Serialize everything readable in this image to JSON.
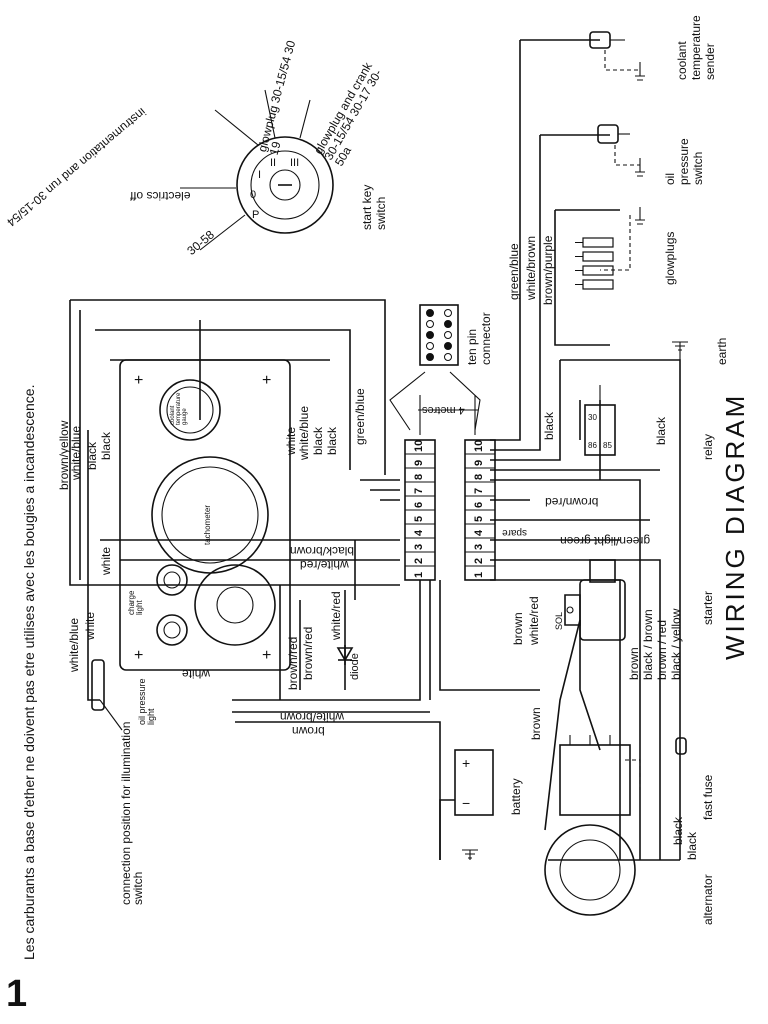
{
  "page": {
    "number": "1",
    "side_note": "Les carburants a base d'ether ne doivent pas etre utilises avec les bougies a incandescence."
  },
  "title": "WIRING DIAGRAM",
  "components": {
    "connection_position": "connection position for illumination switch",
    "alternator": "alternator",
    "fast_fuse": "fast fuse",
    "battery": "battery",
    "starter": "starter",
    "relay": "relay",
    "earth": "earth",
    "glowplugs": "glowplugs",
    "oil_pressure_switch": "oil pressure switch",
    "coolant_temperature_sender": "coolant temperature sender",
    "key_switch": "start key switch",
    "ten_pin_connector": "ten pin connector",
    "four_metres": "4 metres",
    "diode": "diode",
    "tachometer": "tachometer",
    "coolant_gauge": "coolant temperature gauge",
    "charge_light": "charge light",
    "oil_pressure_light": "oil pressure light",
    "spare": "spare",
    "sol": "SOL"
  },
  "key_switch_positions": {
    "electrics_off": "electrics off",
    "instrumentation": "instrumentation and run 30-15/54",
    "glowplug": "glowplug 30-15/54 30 19",
    "glowplug_crank": "glowplug and crank 30-15/54 30-17 30-50a",
    "terminal_30_58": "30-58",
    "roman": [
      "P",
      "0",
      "I",
      "II",
      "III"
    ]
  },
  "connector_pins": [
    "1",
    "2",
    "3",
    "4",
    "5",
    "6",
    "7",
    "8",
    "9",
    "10"
  ],
  "wire_labels": {
    "white_blue": "white/blue",
    "white": "white",
    "brown_yellow": "brown/yellow",
    "black": "black",
    "green_blue": "green/blue",
    "white_brown": "white/brown",
    "brown_purple": "brown/purple",
    "brown_red": "brown/red",
    "white_red": "white/red",
    "black_brown": "black/brown",
    "green_light_green": "green/light green",
    "brown": "brown",
    "black_yellow": "black / yellow",
    "brown_slash_red": "brown / red",
    "white_slash_red": "white / red",
    "black_slash_brown": "black / brown"
  }
}
